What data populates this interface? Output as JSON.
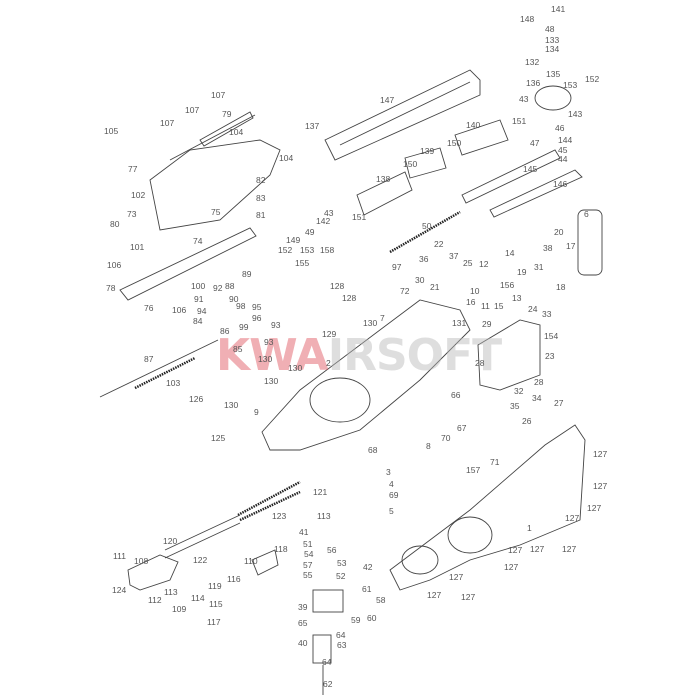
{
  "watermark": {
    "brand_red": "KWA",
    "brand_gray": "IRSOFT",
    "colors": {
      "red": "#e0505a",
      "gray": "#b8b8b8"
    }
  },
  "labels": [
    "141",
    "148",
    "48",
    "133",
    "134",
    "132",
    "135",
    "136",
    "153",
    "152",
    "143",
    "43",
    "151",
    "140",
    "147",
    "137",
    "150",
    "139",
    "46",
    "144",
    "45",
    "47",
    "44",
    "145",
    "146",
    "150",
    "138",
    "43",
    "142",
    "151",
    "49",
    "149",
    "153",
    "158",
    "152",
    "155",
    "50",
    "6",
    "20",
    "38",
    "17",
    "22",
    "37",
    "36",
    "25",
    "14",
    "12",
    "97",
    "30",
    "19",
    "31",
    "18",
    "21",
    "10",
    "156",
    "16",
    "11",
    "15",
    "13",
    "128",
    "72",
    "128",
    "7",
    "24",
    "33",
    "130",
    "131",
    "29",
    "154",
    "129",
    "107",
    "107",
    "79",
    "107",
    "105",
    "104",
    "104",
    "77",
    "82",
    "83",
    "102",
    "75",
    "81",
    "73",
    "80",
    "101",
    "74",
    "106",
    "78",
    "89",
    "100",
    "92",
    "88",
    "91",
    "90",
    "94",
    "98",
    "95",
    "96",
    "84",
    "86",
    "99",
    "93",
    "85",
    "93",
    "76",
    "106",
    "87",
    "130",
    "130",
    "103",
    "130",
    "126",
    "130",
    "9",
    "125",
    "68",
    "66",
    "67",
    "70",
    "8",
    "3",
    "4",
    "69",
    "5",
    "157",
    "71",
    "1",
    "127",
    "127",
    "127",
    "127",
    "127",
    "127",
    "127",
    "127",
    "127",
    "127",
    "127",
    "121",
    "123",
    "113",
    "41",
    "51",
    "54",
    "56",
    "53",
    "57",
    "55",
    "52",
    "42",
    "61",
    "58",
    "59",
    "60",
    "39",
    "65",
    "64",
    "63",
    "40",
    "64",
    "62",
    "120",
    "111",
    "108",
    "122",
    "110",
    "118",
    "124",
    "112",
    "113",
    "119",
    "116",
    "114",
    "115",
    "109",
    "117",
    "28",
    "23",
    "28",
    "32",
    "34",
    "35",
    "27",
    "26",
    "2"
  ]
}
